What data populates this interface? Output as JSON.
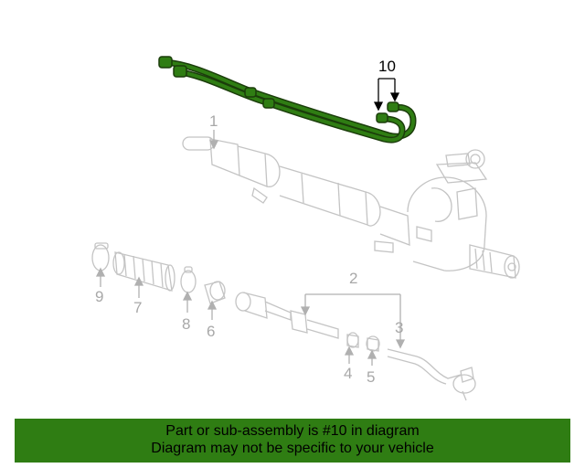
{
  "callouts": {
    "c1": "1",
    "c2": "2",
    "c3": "3",
    "c4": "4",
    "c5": "5",
    "c6": "6",
    "c7": "7",
    "c8": "8",
    "c9": "9",
    "c10": "10"
  },
  "highlighted_part": "10",
  "colors": {
    "highlight": "#2f7d13",
    "part_outline": "#c4c4c4",
    "banner_bg": "#2f7d13"
  },
  "banner": {
    "line1": "Part or sub-assembly is #10 in diagram",
    "line2": "Diagram may not be specific to your vehicle"
  }
}
